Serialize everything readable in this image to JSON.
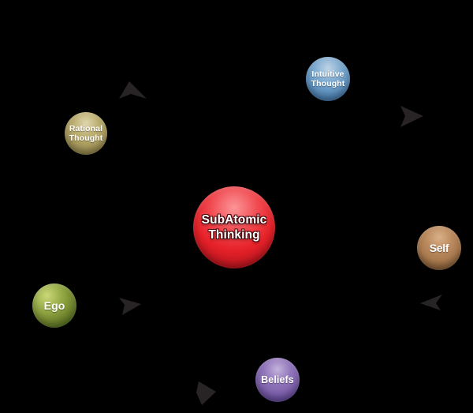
{
  "canvas": {
    "background": "#000000",
    "arrow_color": "#282425"
  },
  "nodes": [
    {
      "id": "subatomic-thinking",
      "label": "SubAtomic\nThinking",
      "colors": {
        "hl": "#fb9598",
        "mid": "#f0474d",
        "base": "#e62129",
        "edge": "#9a0d16"
      }
    },
    {
      "id": "rational-thought",
      "label": "Rational\nThought",
      "colors": {
        "hl": "#ded7ae",
        "mid": "#bcae70",
        "base": "#ab9d5f",
        "edge": "#7a6c3a"
      }
    },
    {
      "id": "intuitive-thought",
      "label": "Intuitive\nThought",
      "colors": {
        "hl": "#bfd3e6",
        "mid": "#7fabd0",
        "base": "#6295c2",
        "edge": "#2f5f92"
      }
    },
    {
      "id": "self",
      "label": "Self",
      "colors": {
        "hl": "#d9b08a",
        "mid": "#bb8a5e",
        "base": "#ab7c50",
        "edge": "#6f4a2b"
      }
    },
    {
      "id": "ego",
      "label": "Ego",
      "colors": {
        "hl": "#ccd878",
        "mid": "#95aa46",
        "base": "#768a30",
        "edge": "#3f5a1d"
      }
    },
    {
      "id": "beliefs",
      "label": "Beliefs",
      "colors": {
        "hl": "#c3b3da",
        "mid": "#9276bc",
        "base": "#8164ae",
        "edge": "#4e3588"
      }
    }
  ]
}
